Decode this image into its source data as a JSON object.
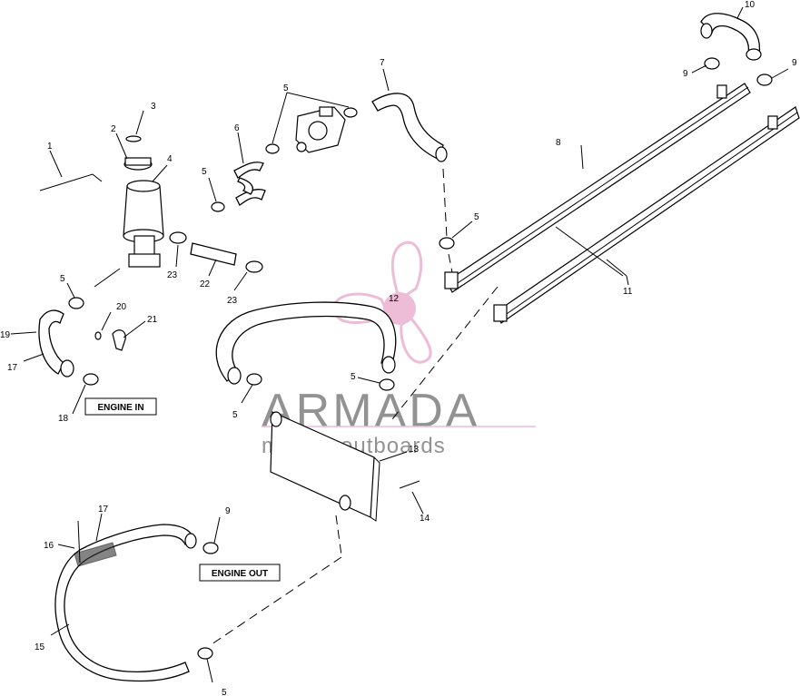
{
  "callouts": {
    "c1": "1",
    "c2": "2",
    "c3": "3",
    "c4": "4",
    "c5a": "5",
    "c5b": "5",
    "c5c": "5",
    "c5d": "5",
    "c5e": "5",
    "c5f": "5",
    "c5g": "5",
    "c6": "6",
    "c7": "7",
    "c8": "8",
    "c9a": "9",
    "c9b": "9",
    "c9c": "9",
    "c10": "10",
    "c11": "11",
    "c12": "12",
    "c13": "13",
    "c14": "14",
    "c15": "15",
    "c16": "16",
    "c17a": "17",
    "c17b": "17",
    "c18": "18",
    "c19": "19",
    "c20": "20",
    "c21": "21",
    "c22": "22",
    "c23a": "23",
    "c23b": "23"
  },
  "labels": {
    "engine_in": "ENGINE IN",
    "engine_out": "ENGINE OUT"
  },
  "watermark": {
    "brand": "ARMADA",
    "tagline": "marine outboards",
    "color_gray": "#6e6e6e",
    "color_pink": "#e8a6c9"
  }
}
